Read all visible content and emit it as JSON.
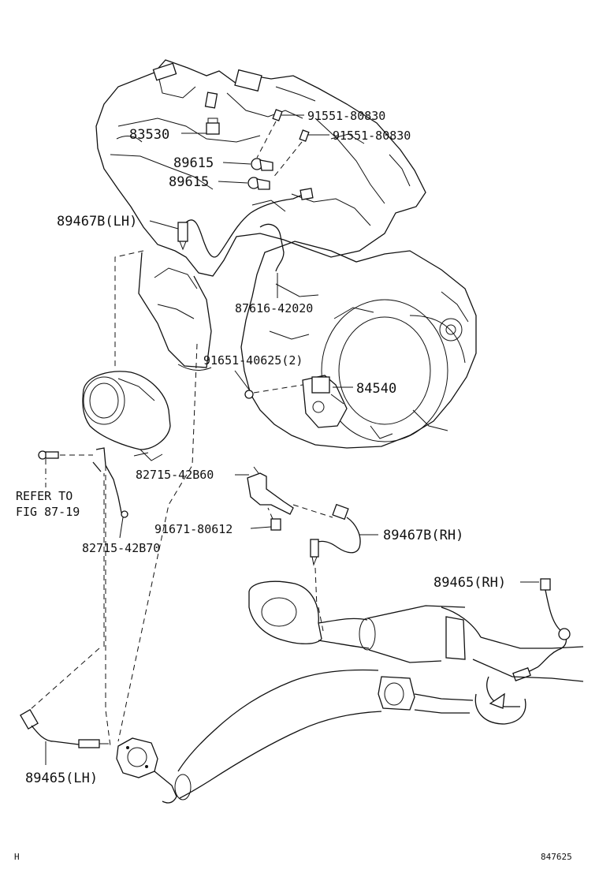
{
  "labels": {
    "p83530": "83530",
    "p89615a": "89615",
    "p89615b": "89615",
    "p9155a": "91551-80830",
    "p9155b": "91551-80830",
    "p89467lh": "89467B(LH)",
    "p87616": "87616-42020",
    "p91651": "91651-40625(2)",
    "p84540": "84540",
    "p82715b60": "82715-42B60",
    "refer1": "REFER TO",
    "refer2": "FIG 87-19",
    "p91671": "91671-80612",
    "p82715b70": "82715-42B70",
    "p89467rh": "89467B(RH)",
    "p89465rh": "89465(RH)",
    "p89465lh": "89465(LH)"
  },
  "corner": {
    "left": "H",
    "right": "847625"
  },
  "icons": {
    "engine": "engine-block-drawing",
    "transmission": "transmission-housing-drawing",
    "sensors": "oxygen-sensor-drawing",
    "exhaust": "exhaust-pipe-drawing"
  }
}
